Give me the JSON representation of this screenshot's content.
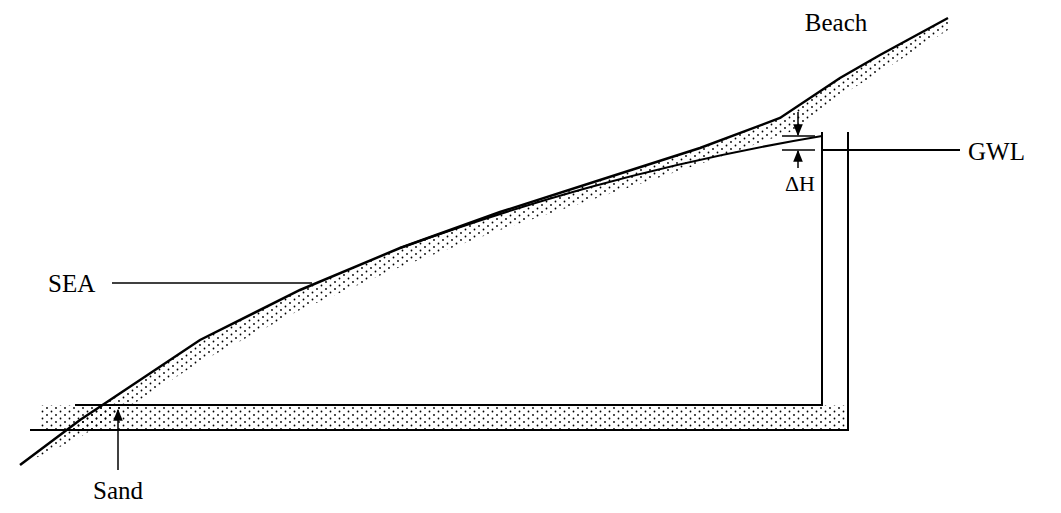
{
  "diagram": {
    "labels": [
      "Beach",
      "SEA",
      "GWL",
      "ΔH",
      "Sand"
    ]
  }
}
